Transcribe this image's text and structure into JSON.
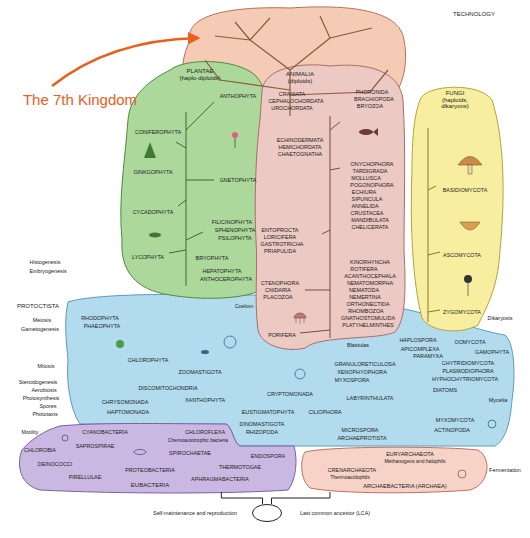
{
  "diagram": {
    "nodes": [
      {
        "text": [
          "TECHNOLOGY"
        ]
      },
      {
        "text": [
          "PLANTAE (haplo-diploids)",
          "ANTHOPHYTA",
          "CONIFEROPHYTA",
          "GINKGOPHYTA",
          "GNETOPHYTA",
          "CYCADOPHYTA",
          "FILICINOPHYTA",
          "SPHENOPHYTA",
          "PSILOPHYTA",
          "LYCOPHYTA",
          "BRYOPHYTA",
          "HEPATOPHYTA",
          "ANTHOCEROPHYTA"
        ]
      },
      {
        "text": [
          "ANIMALIA (diploids)",
          "CRANIATA",
          "CEPHALOCHORDATA",
          "UROCHORDATA",
          "PHORONIDA",
          "BRACHIOPODA",
          "BRYOZOA",
          "ECHINODERMATA",
          "HEMICHORDATA",
          "CHAETOGNATHA",
          "ONYCHOPHORA",
          "TARDIGRADA",
          "MOLLUSCA",
          "POGONOPHORA",
          "ECHIURA",
          "SIPUNCULA",
          "ANNELIDA",
          "CRUSTACEA",
          "MANDIBULATA",
          "CHELICERATA",
          "ENTOPROCTA",
          "LORICIFERA",
          "GASTROTRICHA",
          "PRIAPULIDA",
          "KINORHYNCHA",
          "ROTIFERA",
          "ACANTHOCEPHALA",
          "NEMATOMORPHA",
          "NEMATODA",
          "NEMERTINA",
          "ORTHONECTIDA",
          "RHOMBOZOA",
          "GNATHOSTOMULIDA",
          "PLATYHELMINTHES",
          "CTENOPHORA",
          "CNIDARIA",
          "PLACOZOA",
          "PORIFERA"
        ]
      },
      {
        "text": [
          "FUNGI (haploids, dikaryons)",
          "BASIDIOMYCOTA",
          "ASCOMYCOTA",
          "ZYGOMYCOTA"
        ]
      },
      {
        "text": [
          "PROTOCTISTA",
          "RHODOPHYTA",
          "PHAEOPHYTA",
          "HAPLOSPORA",
          "OOMYCOTA",
          "APICOMPLEXA",
          "GAMOPHYTA",
          "PARAMYXA",
          "CHLOROPHYTA",
          "GRANULORETICULOSA",
          "CHYTRIDIOMYCOTA",
          "ZOOMASTIGOTA",
          "PLASMODIOPHORA",
          "XENOPHYOPHORA",
          "HYPHOCHYTRIOMYCOTA",
          "MYXOSPORA",
          "DISCOMITOCHONDRIA",
          "DIATOMS",
          "CRYPTOMONADA",
          "LABYRINTHULATA",
          "XANTHOPHYTA",
          "CHRYSOMONADA",
          "EUSTIGMATOPHYTA",
          "CILIOPHORA",
          "HAPTOMONADA",
          "MYXOMYCOTA",
          "DINOMASTIGOTA",
          "MICROSPORA",
          "RHIZOPODA",
          "ACTINOPODA",
          "ARCHAEPROTISTA"
        ]
      },
      {
        "text": [
          "CYANOBACTERIA",
          "CHLOROFLEXA",
          "Chemoautotrophic bacteria",
          "CHLOROBIA",
          "SAPROSPIRAE",
          "SPIROCHAETAE",
          "ENDOSPORA",
          "DEINOCOCCI",
          "THERMOTOGAE",
          "PROTEOBACTERIA",
          "PIRELLULAE",
          "APHRAGMABACTERIA",
          "EUBACTERIA"
        ]
      },
      {
        "text": [
          "EURYARCHAEOTA",
          "Methanogens and halophils",
          "CRENARCHAEOTA",
          "Thermoacidophils",
          "ARCHAEBACTERIA (ARCHAEA)"
        ]
      },
      {
        "text": [
          "Last common ancestor (LCA)"
        ]
      }
    ],
    "edges": [
      {
        "from": 7,
        "to": 5,
        "arrow": "none"
      },
      {
        "from": 7,
        "to": 6,
        "arrow": "none"
      }
    ],
    "labels": [
      "The 7th Kingdom",
      "Histogenesis",
      "Embryogenesis",
      "Coelom",
      "Blastulas",
      "Dikaryosis",
      "Meiosis",
      "Gametogenesis",
      "Mitosis",
      "Mycelia",
      "Steroidogenesis",
      "Aerobiosis",
      "Photosynthesis",
      "Spores",
      "Phototaxis",
      "Motility",
      "Fermentation",
      "Self-maintenance and reproduction"
    ]
  }
}
